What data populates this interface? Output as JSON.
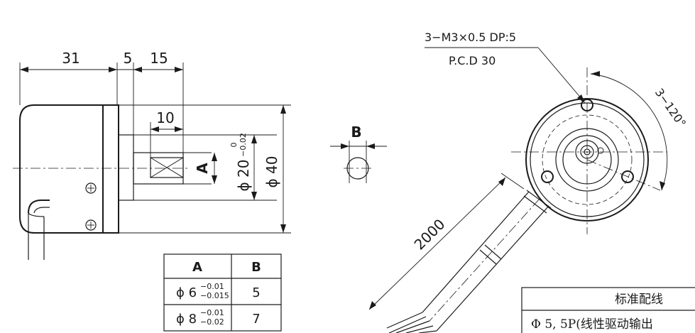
{
  "side_view": {
    "dim_body_length": "31",
    "dim_flange": "5",
    "dim_boss": "15",
    "dim_shaft_flat": "10",
    "section_mark": "A",
    "dim_boss_dia": "ϕ 20",
    "tol_boss_upper": "0",
    "tol_boss_lower": "−0.02",
    "dim_body_dia": "ϕ 40"
  },
  "detail_b": {
    "label": "B"
  },
  "shaft_table": {
    "headers": [
      "A",
      "B"
    ],
    "rows": [
      {
        "a_base": "ϕ 6",
        "a_tol_upper": "−0.01",
        "a_tol_lower": "−0.015",
        "b": "5"
      },
      {
        "a_base": "ϕ 8",
        "a_tol_upper": "−0.01",
        "a_tol_lower": "−0.02",
        "b": "7"
      }
    ]
  },
  "front_view": {
    "hole_spec": "3−M3×0.5 DP:5",
    "pcd": "P.C.D 30",
    "angle": "3−120°",
    "cable_length": "2000"
  },
  "wiring_table": {
    "title": "标准配线",
    "row1": "Φ 5, 5P(线性驱动输出"
  }
}
